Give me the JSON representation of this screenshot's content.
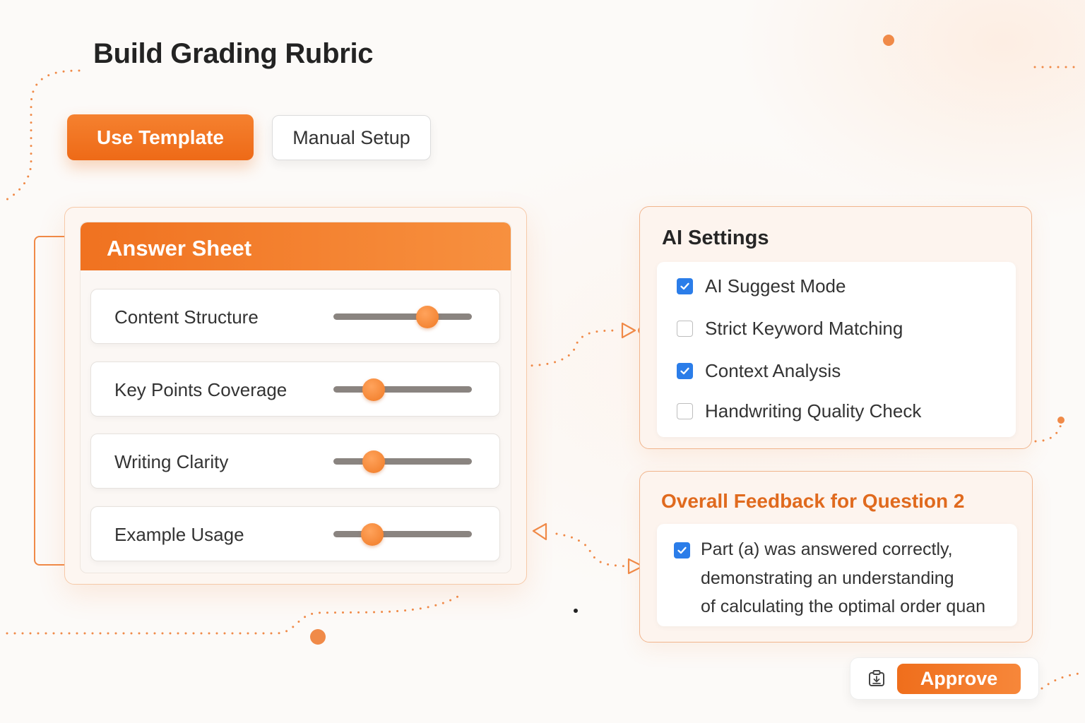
{
  "page": {
    "title": "Build Grading Rubric"
  },
  "mode_buttons": {
    "use_template_label": "Use Template",
    "manual_setup_label": "Manual Setup"
  },
  "answer_sheet": {
    "title": "Answer Sheet",
    "criteria": [
      {
        "label": "Content Structure",
        "value_fraction": 0.68
      },
      {
        "label": "Key Points Coverage",
        "value_fraction": 0.29
      },
      {
        "label": "Writing Clarity",
        "value_fraction": 0.29
      },
      {
        "label": "Example Usage",
        "value_fraction": 0.28
      }
    ]
  },
  "ai_settings": {
    "title": "AI Settings",
    "options": [
      {
        "label": "AI Suggest Mode",
        "checked": true
      },
      {
        "label": "Strict Keyword Matching",
        "checked": false
      },
      {
        "label": "Context Analysis",
        "checked": true
      },
      {
        "label": "Handwriting Quality Check",
        "checked": false
      }
    ]
  },
  "feedback": {
    "title": "Overall Feedback for Question 2",
    "checked": true,
    "lines": [
      "Part (a) was answered correctly,",
      "demonstrating an understanding",
      "of calculating the optimal order quan"
    ]
  },
  "approve": {
    "icon": "clipboard-icon",
    "label": "Approve"
  },
  "colors": {
    "accent": "#f07a25",
    "checkbox_blue": "#2b7de9",
    "feedback_title": "#e06a1e"
  }
}
